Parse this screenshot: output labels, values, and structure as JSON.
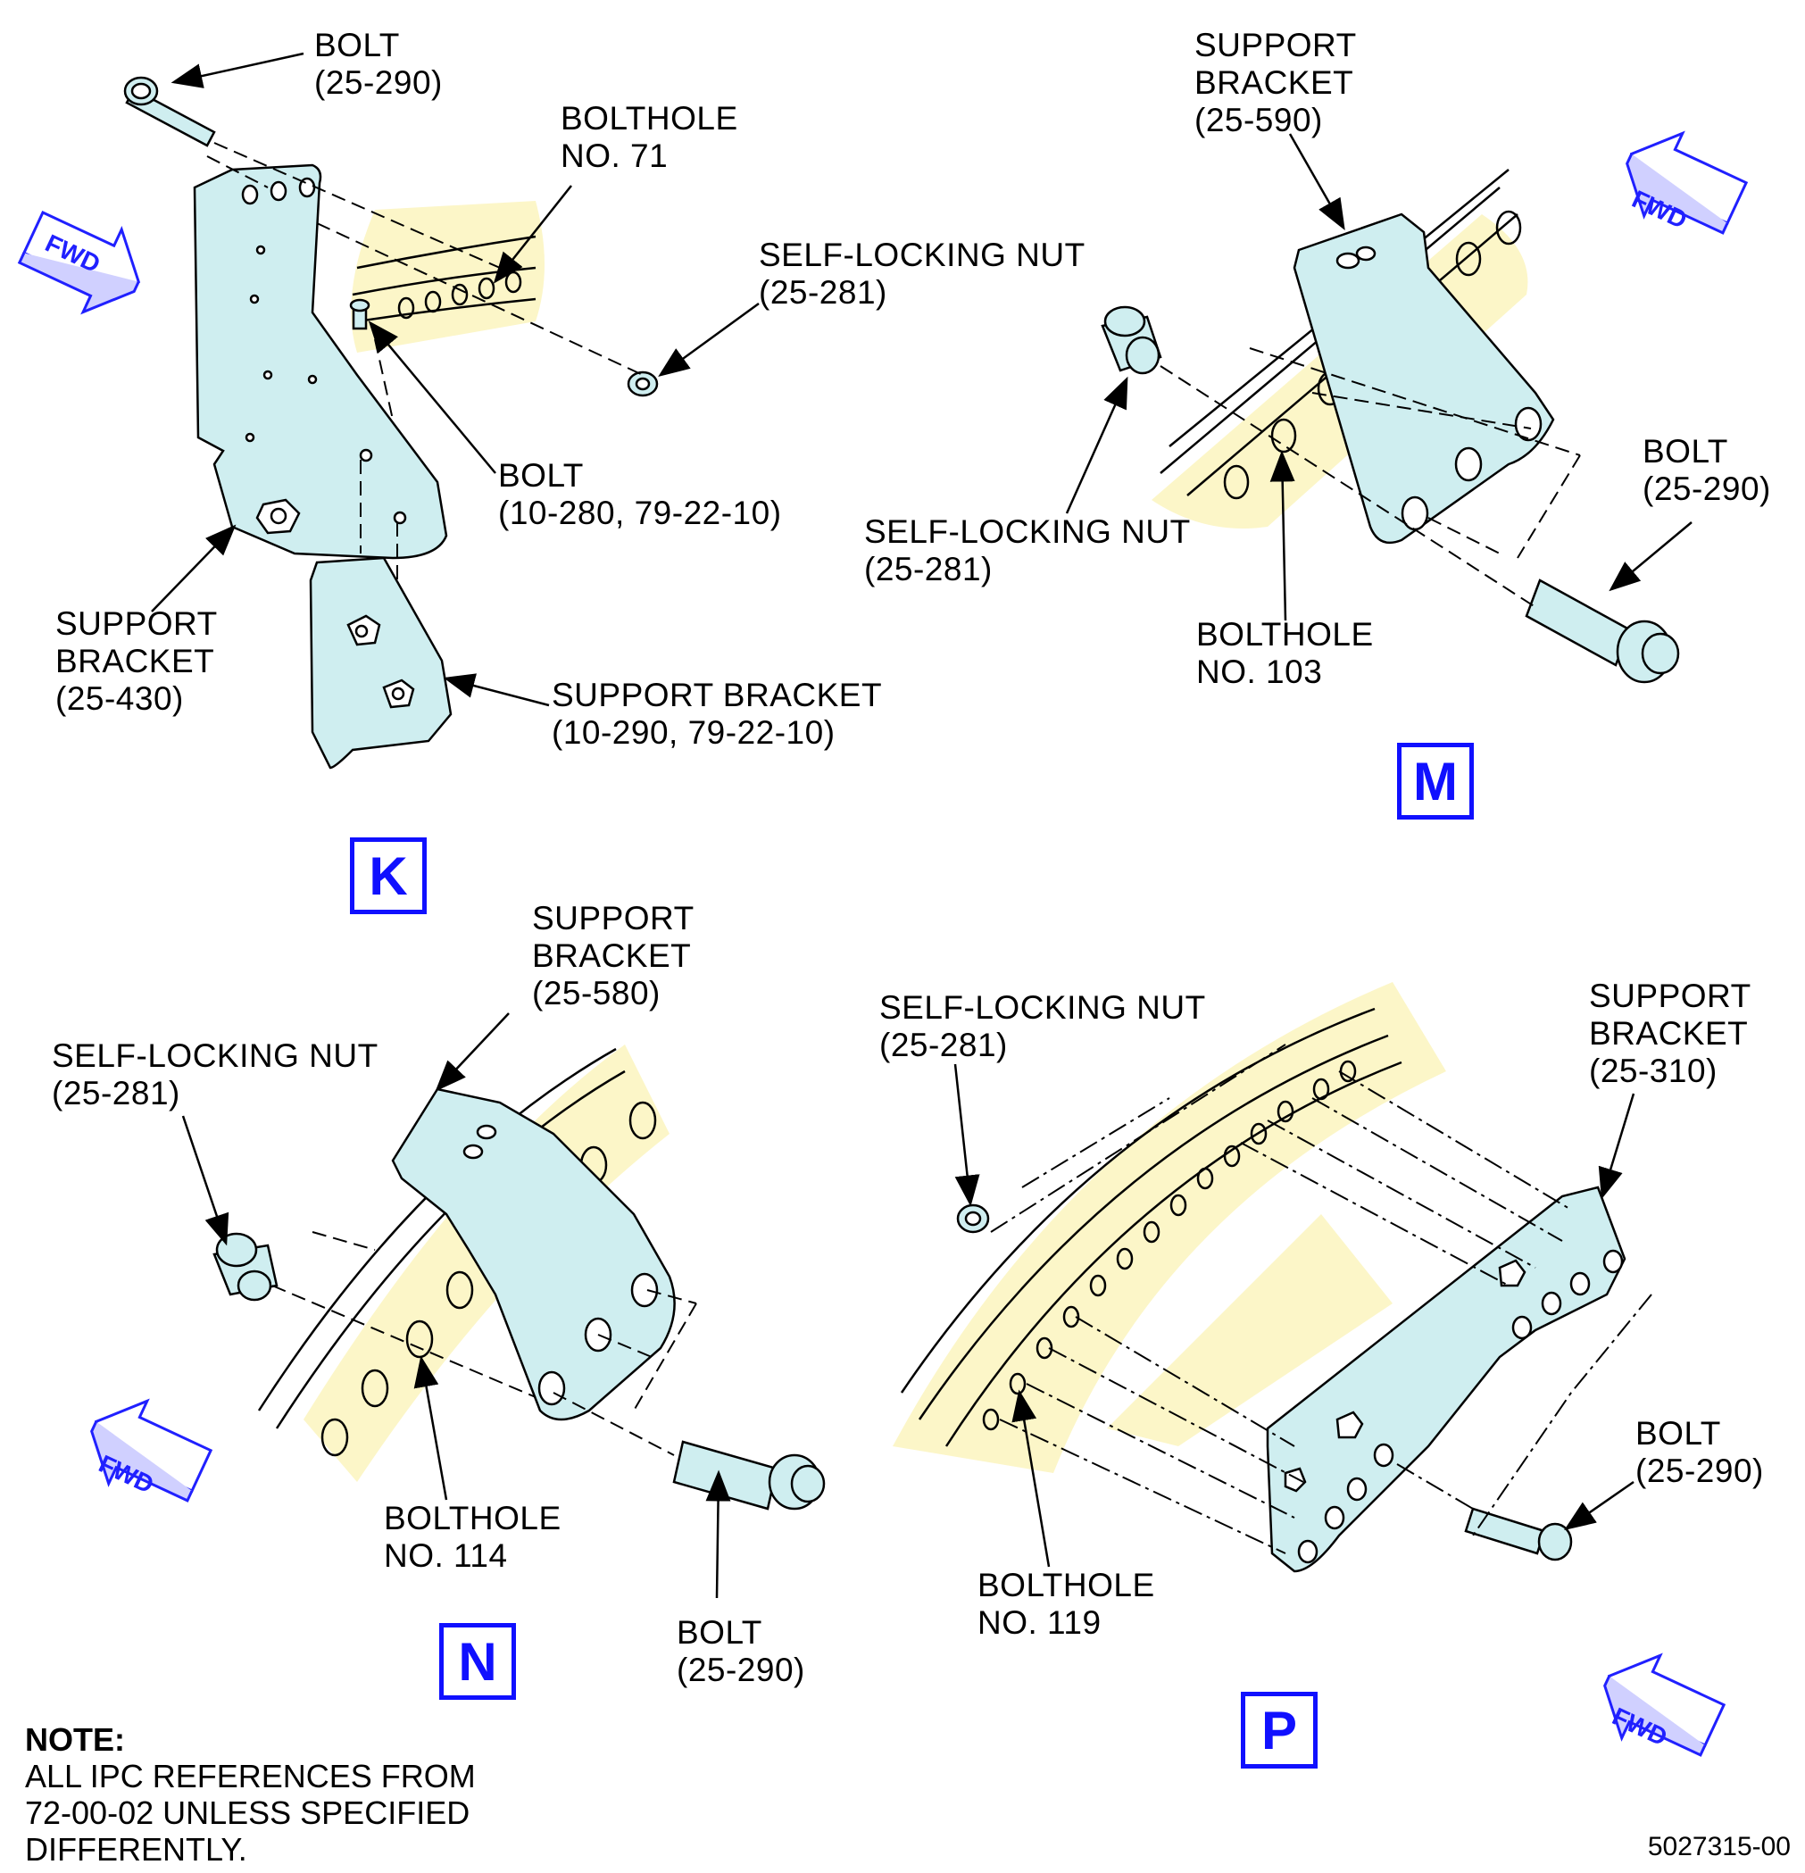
{
  "colors": {
    "part_fill": "#cfeef0",
    "ring_fill": "#fcf6c8",
    "view_letter": "#1010ff",
    "outline": "#000000"
  },
  "views": [
    {
      "letter": "K",
      "labels": {
        "bolt": [
          "BOLT",
          "(25-290)"
        ],
        "bolthole": [
          "BOLTHOLE",
          "NO. 71"
        ],
        "nut": [
          "SELF-LOCKING NUT",
          "(25-281)"
        ],
        "bolt2": [
          "BOLT",
          "(10-280, 79-22-10)"
        ],
        "bracket": [
          "SUPPORT",
          "BRACKET",
          "(25-430)"
        ],
        "bracket2": [
          "SUPPORT BRACKET",
          "(10-290, 79-22-10)"
        ]
      }
    },
    {
      "letter": "M",
      "labels": {
        "bracket": [
          "SUPPORT",
          "BRACKET",
          "(25-590)"
        ],
        "nut": [
          "SELF-LOCKING NUT",
          "(25-281)"
        ],
        "bolthole": [
          "BOLTHOLE",
          "NO. 103"
        ],
        "bolt": [
          "BOLT",
          "(25-290)"
        ]
      }
    },
    {
      "letter": "N",
      "labels": {
        "bracket": [
          "SUPPORT",
          "BRACKET",
          "(25-580)"
        ],
        "nut": [
          "SELF-LOCKING NUT",
          "(25-281)"
        ],
        "bolthole": [
          "BOLTHOLE",
          "NO. 114"
        ],
        "bolt": [
          "BOLT",
          "(25-290)"
        ]
      }
    },
    {
      "letter": "P",
      "labels": {
        "nut": [
          "SELF-LOCKING NUT",
          "(25-281)"
        ],
        "bracket": [
          "SUPPORT",
          "BRACKET",
          "(25-310)"
        ],
        "bolt": [
          "BOLT",
          "(25-290)"
        ],
        "bolthole": [
          "BOLTHOLE",
          "NO. 119"
        ]
      }
    }
  ],
  "fwd_label": "FWD",
  "note": {
    "heading": "NOTE:",
    "lines": [
      "ALL IPC REFERENCES FROM",
      "72-00-02 UNLESS SPECIFIED",
      "DIFFERENTLY."
    ]
  },
  "figure_number": "5027315-00"
}
